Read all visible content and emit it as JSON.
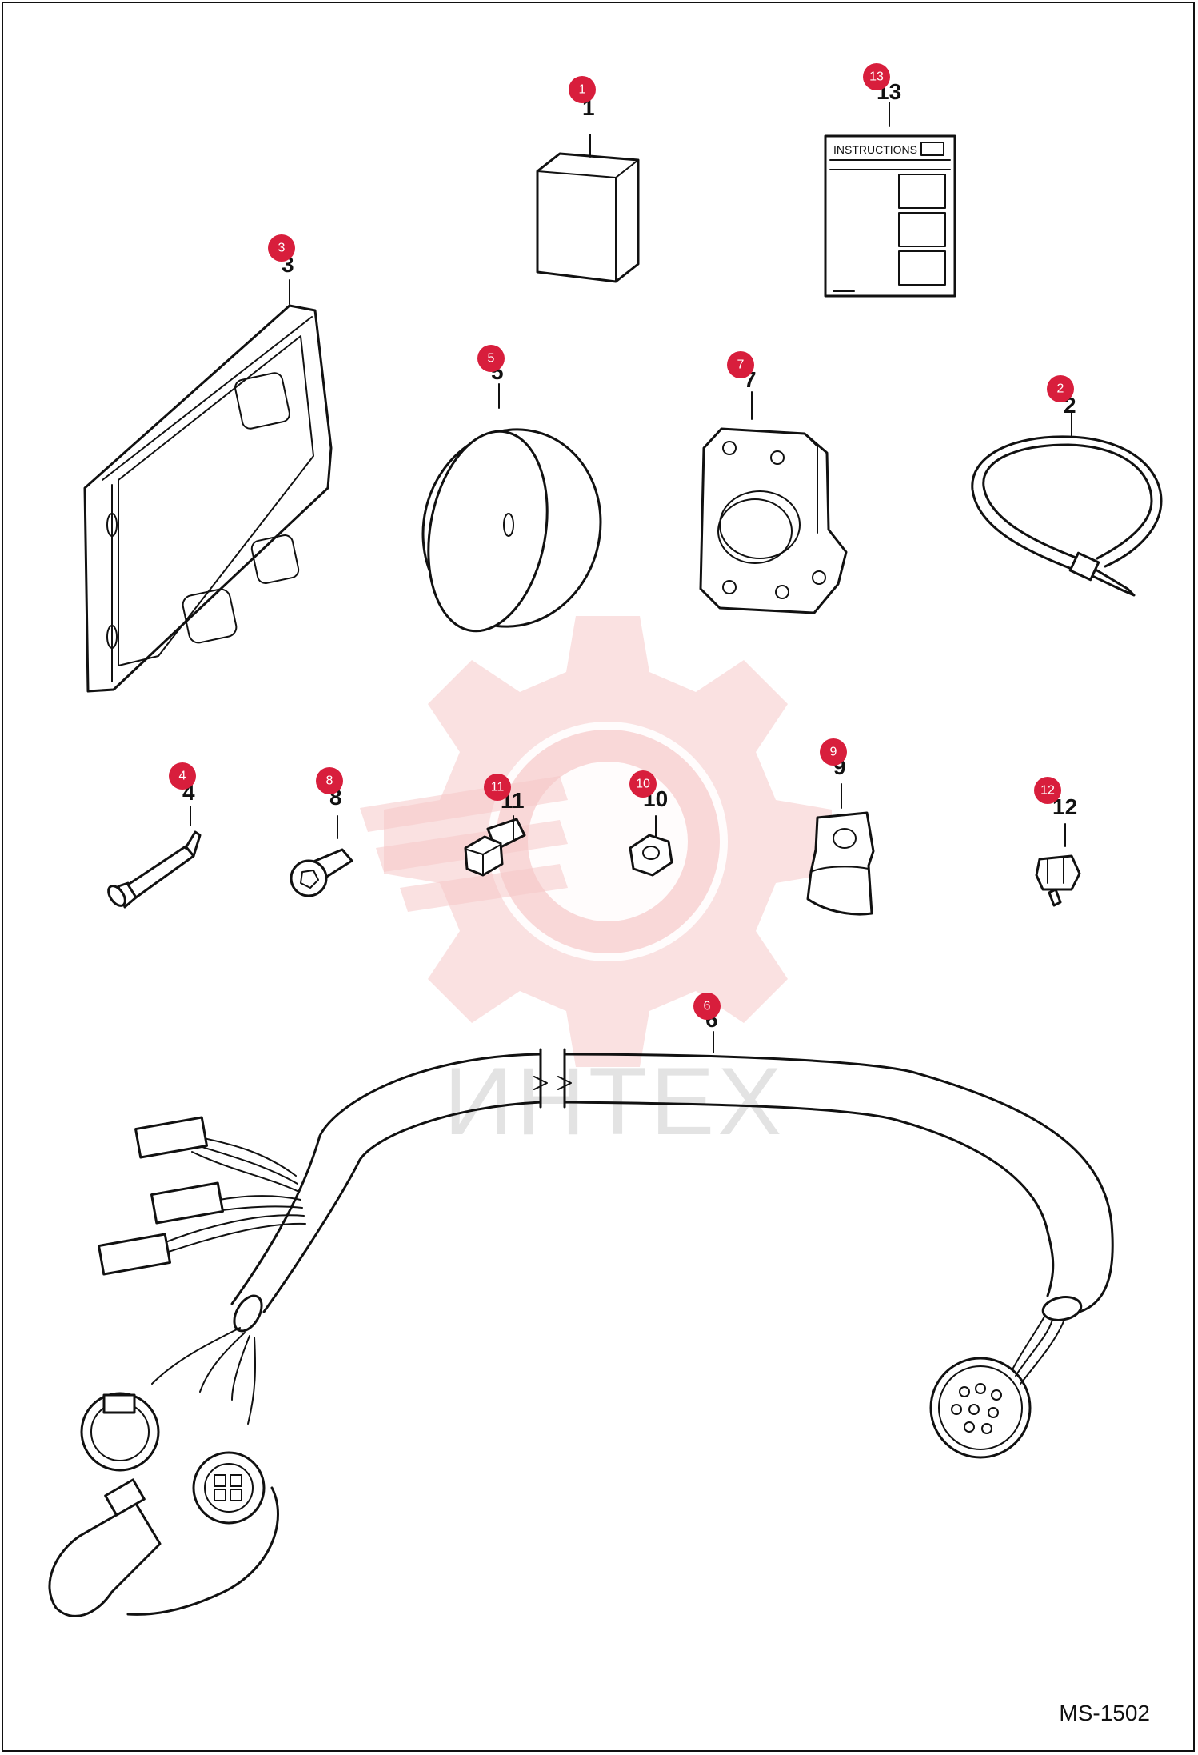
{
  "callouts": [
    {
      "badge": "1",
      "label": "1"
    },
    {
      "badge": "2",
      "label": "2"
    },
    {
      "badge": "3",
      "label": "3"
    },
    {
      "badge": "4",
      "label": "4"
    },
    {
      "badge": "5",
      "label": "5"
    },
    {
      "badge": "6",
      "label": "6"
    },
    {
      "badge": "7",
      "label": "7"
    },
    {
      "badge": "8",
      "label": "8"
    },
    {
      "badge": "9",
      "label": "9"
    },
    {
      "badge": "10",
      "label": "10"
    },
    {
      "badge": "11",
      "label": "11"
    },
    {
      "badge": "12",
      "label": "12"
    },
    {
      "badge": "13",
      "label": "13"
    }
  ],
  "instructions_sheet": {
    "title": "INSTRUCTIONS"
  },
  "watermark": {
    "text": "ИНТЕХ",
    "color": "#f6c9c9"
  },
  "badge_color": "#d81e3c",
  "figure_code": "MS-1502"
}
